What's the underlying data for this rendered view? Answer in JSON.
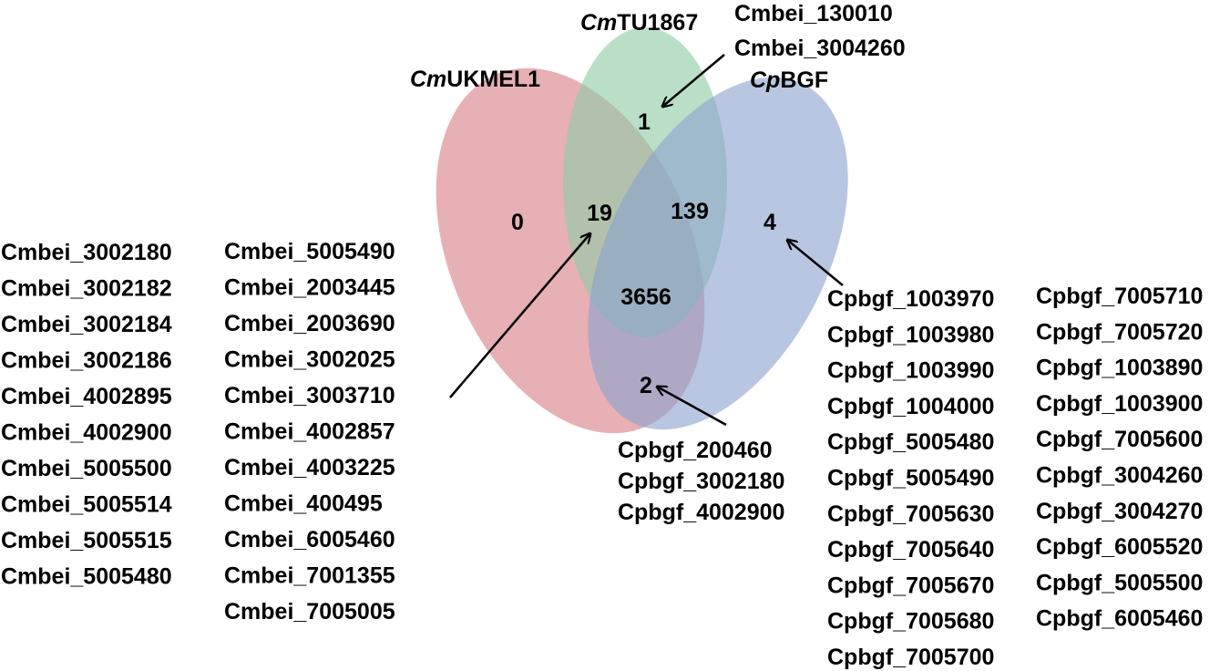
{
  "colors": {
    "set_a": "#d98088",
    "set_b": "#8fcca4",
    "set_c": "#8da3cf",
    "text": "#000000"
  },
  "sets": {
    "a": {
      "italic": "Cm",
      "rest": "UKMEL1"
    },
    "b": {
      "italic": "Cm",
      "rest": "TU1867"
    },
    "c": {
      "italic": "Cp",
      "rest": "BGF"
    }
  },
  "counts": {
    "a_only": "0",
    "b_only": "1",
    "c_only": "4",
    "ab": "19",
    "bc": "139",
    "abc": "3656",
    "ac": "2"
  },
  "gene_lists": {
    "b_only": [
      "Cmbei_130010",
      "Cmbei_3004260"
    ],
    "ab_col1": [
      "Cmbei_3002180",
      "Cmbei_3002182",
      "Cmbei_3002184",
      "Cmbei_3002186",
      "Cmbei_4002895",
      "Cmbei_4002900",
      "Cmbei_5005500",
      "Cmbei_5005514",
      "Cmbei_5005515",
      "Cmbei_5005480"
    ],
    "ab_col2": [
      "Cmbei_5005490",
      "Cmbei_2003445",
      "Cmbei_2003690",
      "Cmbei_3002025",
      "Cmbei_3003710",
      "Cmbei_4002857",
      "Cmbei_4003225",
      "Cmbei_400495",
      "Cmbei_6005460",
      "Cmbei_7001355",
      "Cmbei_7005005"
    ],
    "ac": [
      "Cpbgf_200460",
      "Cpbgf_3002180",
      "Cpbgf_4002900"
    ],
    "c_col1": [
      "Cpbgf_1003970",
      "Cpbgf_1003980",
      "Cpbgf_1003990",
      "Cpbgf_1004000",
      "Cpbgf_5005480",
      "Cpbgf_5005490",
      "Cpbgf_7005630",
      "Cpbgf_7005640",
      "Cpbgf_7005670",
      "Cpbgf_7005680",
      "Cpbgf_7005700"
    ],
    "c_col2": [
      "Cpbgf_7005710",
      "Cpbgf_7005720",
      "Cpbgf_1003890",
      "Cpbgf_1003900",
      "Cpbgf_7005600",
      "Cpbgf_3004260",
      "Cpbgf_3004270",
      "Cpbgf_6005520",
      "Cpbgf_5005500",
      "Cpbgf_6005460"
    ]
  }
}
